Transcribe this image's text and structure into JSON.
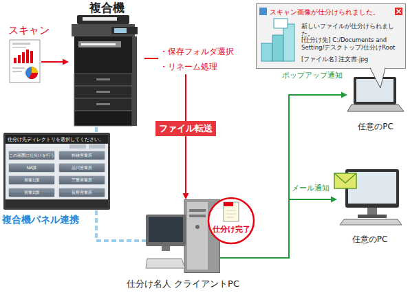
{
  "diagram": {
    "nodes": [
      {
        "text": [
          "複合機"
        ]
      },
      {
        "text": [
          "スキャン画像が仕分けられました。",
          "新しいファイルが仕分けられました。",
          "[仕分け先] C:/Documents and Setting/デスクトップ/仕分けRoot",
          "[ファイル名] 注文書.jpg"
        ]
      },
      {
        "text": [
          "仕分け先ディレクトリを選択してください。"
        ]
      },
      {
        "text": [
          "この画面に仕分けを行う"
        ],
        "in": 2
      },
      {
        "text": [
          "幹線営業所"
        ],
        "in": 2
      },
      {
        "text": [
          "NA課"
        ],
        "in": 2
      },
      {
        "text": [
          "品川営業所"
        ],
        "in": 2
      },
      {
        "text": [
          "営業1課"
        ],
        "in": 2
      },
      {
        "text": [
          "三重営業所"
        ],
        "in": 2
      },
      {
        "text": [
          "営業2課"
        ],
        "in": 2
      },
      {
        "text": [
          "長野営業所"
        ],
        "in": 2
      },
      {
        "text": [
          "任意のPC"
        ]
      },
      {
        "text": [
          "仕分け完了"
        ]
      },
      {
        "text": [
          "任意のPC"
        ]
      },
      {
        "text": [
          "仕分け名人 クライアントPC"
        ]
      }
    ],
    "edges": [
      {
        "from": 0,
        "to": 14,
        "label": "ファイル転送",
        "arrow": "to"
      },
      {
        "from": 0,
        "to": 14,
        "arrow": "none"
      },
      {
        "from": 14,
        "to": 11,
        "label": "ポップアップ通知",
        "arrow": "to"
      },
      {
        "from": 14,
        "to": 13,
        "label": "メール通知",
        "arrow": "to"
      }
    ],
    "labels": [
      "スキャン",
      "・保存フォルダ選択",
      "・リネーム処理",
      "複合機パネル連携"
    ]
  }
}
